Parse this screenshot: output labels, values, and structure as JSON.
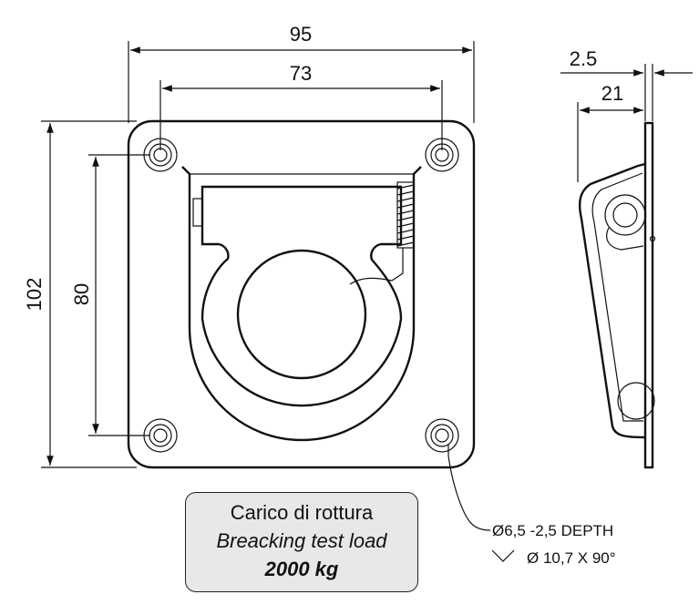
{
  "dimensions": {
    "plate_width": "95",
    "hole_spacing_x": "73",
    "plate_height": "102",
    "hole_spacing_y": "80",
    "plate_thickness": "2.5",
    "depth": "21"
  },
  "hole_note": {
    "line1": "Ø6,5 -2,5 DEPTH",
    "line2": "Ø 10,7 X 90°"
  },
  "load_box": {
    "it_label": "Carico di rottura",
    "en_label": "Breacking test load",
    "value": "2000 kg"
  },
  "colors": {
    "line": "#111111",
    "box_fill": "#e8e8e8"
  }
}
